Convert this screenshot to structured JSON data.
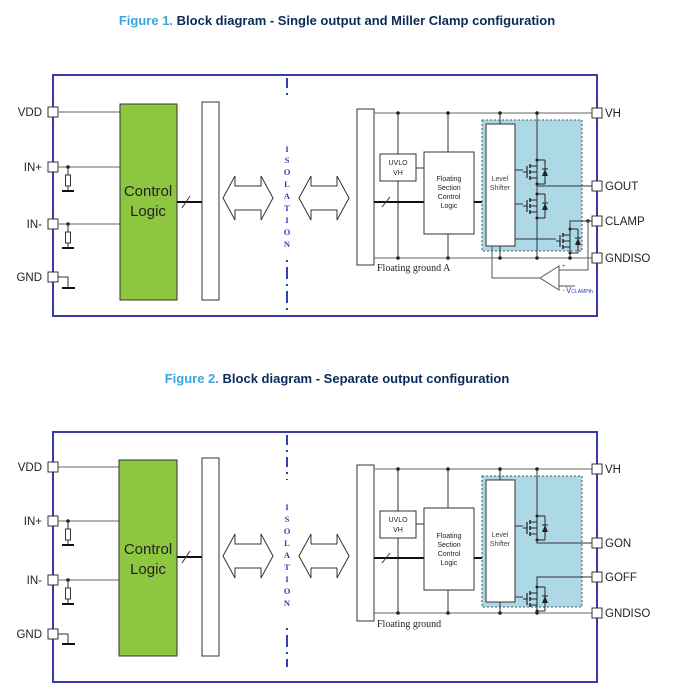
{
  "colors": {
    "caption_figure": "#3aa6dd",
    "caption_title": "#0a2a5a",
    "frame": "#3a3aa8",
    "control_logic": "#8dc63f",
    "driver_region": "#add8e6",
    "isolation": "#3040b0"
  },
  "figures": [
    {
      "caption_figure": "Figure 1.",
      "caption_title": "Block diagram - Single output and Miller Clamp configuration",
      "left_pins": [
        "VDD",
        "IN+",
        "IN-",
        "GND"
      ],
      "control_block": [
        "Control",
        "Logic"
      ],
      "isolation_letters": [
        "I",
        "S",
        "O",
        "L",
        "A",
        "T",
        "I",
        "O",
        "N"
      ],
      "uvlo": [
        "UVLO",
        "VH"
      ],
      "floating_control": [
        "Floating",
        "Section",
        "Control",
        "Logic"
      ],
      "level_shifter": [
        "Level",
        "Shifter"
      ],
      "floating_ground": "Floating ground A",
      "right_pins": [
        "VH",
        "GOUT",
        "CLAMP",
        "GNDISO"
      ],
      "comparator_plus": "+",
      "comparator_minus": "−",
      "vclamp_label": "V",
      "vclamp_sub": "CLAMPth"
    },
    {
      "caption_figure": "Figure 2.",
      "caption_title": "Block diagram - Separate output configuration",
      "left_pins": [
        "VDD",
        "IN+",
        "IN-",
        "GND"
      ],
      "control_block": [
        "Control",
        "Logic"
      ],
      "isolation_letters": [
        "I",
        "S",
        "O",
        "L",
        "A",
        "T",
        "I",
        "O",
        "N"
      ],
      "uvlo": [
        "UVLO",
        "VH"
      ],
      "floating_control": [
        "Floating",
        "Section",
        "Control",
        "Logic"
      ],
      "level_shifter": [
        "Level",
        "Shifter"
      ],
      "floating_ground": "Floating ground",
      "right_pins": [
        "VH",
        "GON",
        "GOFF",
        "GNDISO"
      ]
    }
  ]
}
